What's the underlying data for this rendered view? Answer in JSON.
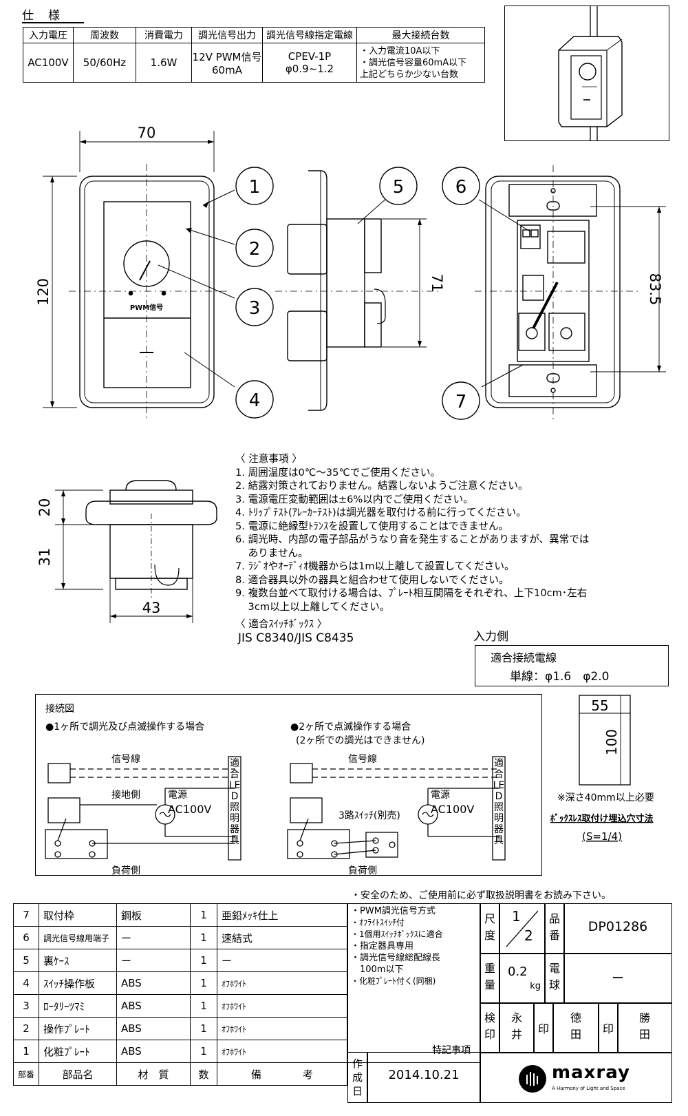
{
  "spec": {
    "title": "仕　様",
    "headers": [
      "入力電圧",
      "周波数",
      "消費電力",
      "調光信号出力",
      "調光信号線指定電線",
      "最大接続台数"
    ],
    "values": {
      "voltage": "AC100V",
      "frequency": "50/60Hz",
      "power": "1.6W",
      "signal_out_1": "12V PWM信号",
      "signal_out_2": "60mA",
      "wire_1": "CPEV-1P",
      "wire_2": "φ0.9~1.2",
      "max_1": "・入力電流10A以下",
      "max_2": "・調光信号容量60mA以下",
      "max_3": "上記どちらか少ない台数"
    }
  },
  "drawing": {
    "dim_width": "70",
    "dim_height": "120",
    "dim_side": "71",
    "dim_back": "83.5",
    "dim_top_20": "20",
    "dim_top_31": "31",
    "dim_bottom_43": "43",
    "pwm_label": "PWM信号",
    "callouts": [
      "1",
      "2",
      "3",
      "4",
      "5",
      "6",
      "7"
    ]
  },
  "notes": {
    "title": "〈 注意事項 〉",
    "items": [
      "1. 周囲温度は0℃～35℃でご使用ください。",
      "2. 結露対策されておりません。結露しないようご注意ください。",
      "3. 電源電圧変動範囲は±6%以内でご使用ください。",
      "4. ﾄﾘｯﾌﾟﾃｽﾄ(ｱﾚｰｶｰﾃｽﾄ)は調光器を取付ける前に行ってください。",
      "5. 電源に絶縁型ﾄﾗﾝｽを設置して使用することはできません。",
      "6. 調光時、内部の電子部品がうなり音を発生することがありますが、異常では",
      "    ありません。",
      "7. ﾗｼﾞｵやｵｰﾃﾞｨｵ機器からは1m以上離して設置してください。",
      "8. 適合器具以外の器具と組合わせて使用しないでください。",
      "9. 複数台並べて取付ける場合は、ﾌﾟﾚｰﾄ相互間隔をそれぞれ、上下10cm･左右",
      "    3cm以上以上離してください。"
    ],
    "switchbox_title": "〈 適合ｽｲｯﾁﾎﾞｯｸｽ 〉",
    "switchbox_value": "JIS C8340/JIS C8435"
  },
  "input_side": {
    "label": "入力側",
    "box_title": "適合接続電線",
    "box_value": "単線：φ1.6　φ2.0"
  },
  "cutout": {
    "w": "55",
    "h": "100",
    "note": "※深さ40mm以上必要",
    "title": "ﾎﾞｯｸｽﾚｽ取付け埋込穴寸法",
    "scale": "(S=1/4)"
  },
  "wiring": {
    "title": "接続図",
    "case1": "●1ヶ所で調光及び点滅操作する場合",
    "case2": "●2ヶ所で点滅操作する場合",
    "case2_sub": "(2ヶ所での調光はできません)",
    "signal": "信号線",
    "ground": "接地側",
    "source": "電源",
    "ac": "AC100V",
    "load": "負荷側",
    "threeway": "3路ｽｲｯﾁ(別売)",
    "fixture": "適合LED照明器具"
  },
  "safety": "・安全のため、ご使用前に必ず取扱説明書をお読み下さい。",
  "bom": {
    "rows": [
      {
        "no": "7",
        "name": "取付枠",
        "mat": "鋼板",
        "qty": "1",
        "note": "亜鉛ﾒｯｷ仕上"
      },
      {
        "no": "6",
        "name": "調光信号線用端子",
        "mat": "ー",
        "qty": "1",
        "note": "速結式"
      },
      {
        "no": "5",
        "name": "裏ｹｰｽ",
        "mat": "ー",
        "qty": "1",
        "note": "ー"
      },
      {
        "no": "4",
        "name": "ｽｲｯﾁ操作板",
        "mat": "ABS",
        "qty": "1",
        "note": "ｵﾌﾎﾜｲﾄ"
      },
      {
        "no": "3",
        "name": "ﾛｰﾀﾘｰﾂﾏﾐ",
        "mat": "ABS",
        "qty": "1",
        "note": "ｵﾌﾎﾜｲﾄ"
      },
      {
        "no": "2",
        "name": "操作ﾌﾟﾚｰﾄ",
        "mat": "ABS",
        "qty": "1",
        "note": "ｵﾌﾎﾜｲﾄ"
      },
      {
        "no": "1",
        "name": "化粧ﾌﾟﾚｰﾄ",
        "mat": "ABS",
        "qty": "1",
        "note": "ｵﾌﾎﾜｲﾄ"
      }
    ],
    "header": {
      "no": "部番",
      "name": "部品名",
      "mat": "材　質",
      "qty": "数",
      "note": "備　　　　考"
    }
  },
  "features": {
    "items": [
      "・PWM調光信号方式",
      "・ｵﾌﾗｲﾄｽｲｯﾁ付",
      "・1個用ｽｲｯﾁﾎﾞｯｸｽに適合",
      "・指定器具専用",
      "・調光信号線総配線長",
      "　100m以下",
      "・化粧ﾌﾟﾚｰﾄ付く(同梱)"
    ],
    "label": "特記事項"
  },
  "titleblock": {
    "scale_label": "尺度",
    "scale_num": "1",
    "scale_den": "2",
    "part_label": "品番",
    "part_no": "DP01286",
    "weight_label": "重量",
    "weight_value": "0.2",
    "weight_unit": "kg",
    "lamp_label": "電球",
    "lamp_value": "ー",
    "check_label": "検印",
    "check_name": "永井",
    "seal": "印",
    "name2": "徳田",
    "name3": "勝田",
    "made_label": "作成日",
    "date": "2014.10.21",
    "brand": "maxray",
    "tagline": "A Harmony of Light and Space"
  }
}
